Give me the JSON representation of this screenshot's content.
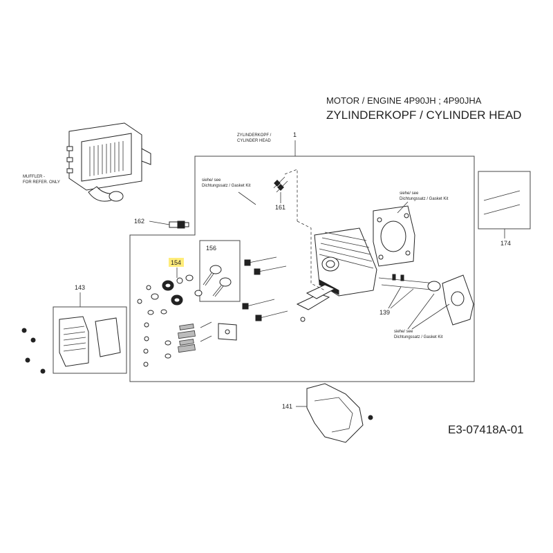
{
  "header": {
    "line1": "MOTOR / ENGINE  4P90JH ; 4P90JHA",
    "line2": "ZYLINDERKOPF /  CYLINDER HEAD"
  },
  "drawing_code": "E3-07418A-01",
  "labels": {
    "cylinder_head_de": "ZYLINDERKOPF /",
    "cylinder_head_en": "CYLINDER HEAD",
    "muffler_1": "MUFFLER -",
    "muffler_2": "FOR REFER. ONLY",
    "gasket_a_1": "siehe/ see",
    "gasket_a_2": "Dichtungssatz / Gasket Kit",
    "gasket_b_1": "siehe/ see",
    "gasket_b_2": "Dichtungssatz / Gasket Kit",
    "gasket_c_1": "siehe/ see",
    "gasket_c_2": "Dichtungssatz / Gasket Kit"
  },
  "part_numbers": {
    "p1": "1",
    "p161": "161",
    "p162": "162",
    "p156": "156",
    "p154": "154",
    "p143": "143",
    "p174": "174",
    "p139": "139",
    "p141": "141"
  },
  "highlight_color": "#ffec7a"
}
